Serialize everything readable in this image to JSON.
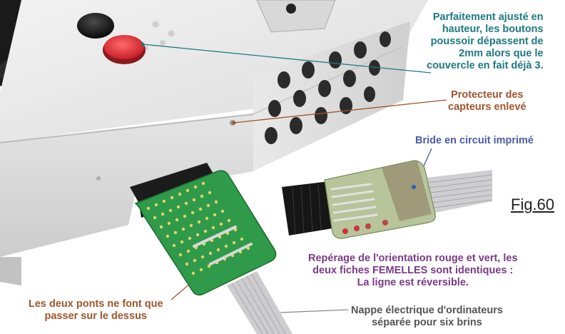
{
  "labels": {
    "buttons_note": [
      "Parfaitement ajusté en",
      "hauteur, les boutons",
      "poussoir dépassent de",
      "2mm alors que le",
      "couvercle en fait déjà 3."
    ],
    "protector_note": [
      "Protecteur des",
      "capteurs enlevé"
    ],
    "bride_note": "Bride en circuit imprimé",
    "figure_number": "Fig.60",
    "orientation_note": [
      "Repérage de l'orientation rouge et vert, les",
      "deux fiches FEMELLES sont identiques :",
      "La ligne est réversible."
    ],
    "bridges_note": [
      "Les deux ponts ne font que",
      "passer sur le dessus"
    ],
    "ribbon_note": [
      "Nappe électrique d'ordinateurs",
      "séparée pour six brins"
    ]
  },
  "colors": {
    "teal": "#1e7a80",
    "brown": "#a0562b",
    "blue": "#4a5ca8",
    "purple": "#7a3a88",
    "gray": "#555555",
    "pcb_green": "#2f9a4a",
    "button_red": "#e0303a"
  }
}
